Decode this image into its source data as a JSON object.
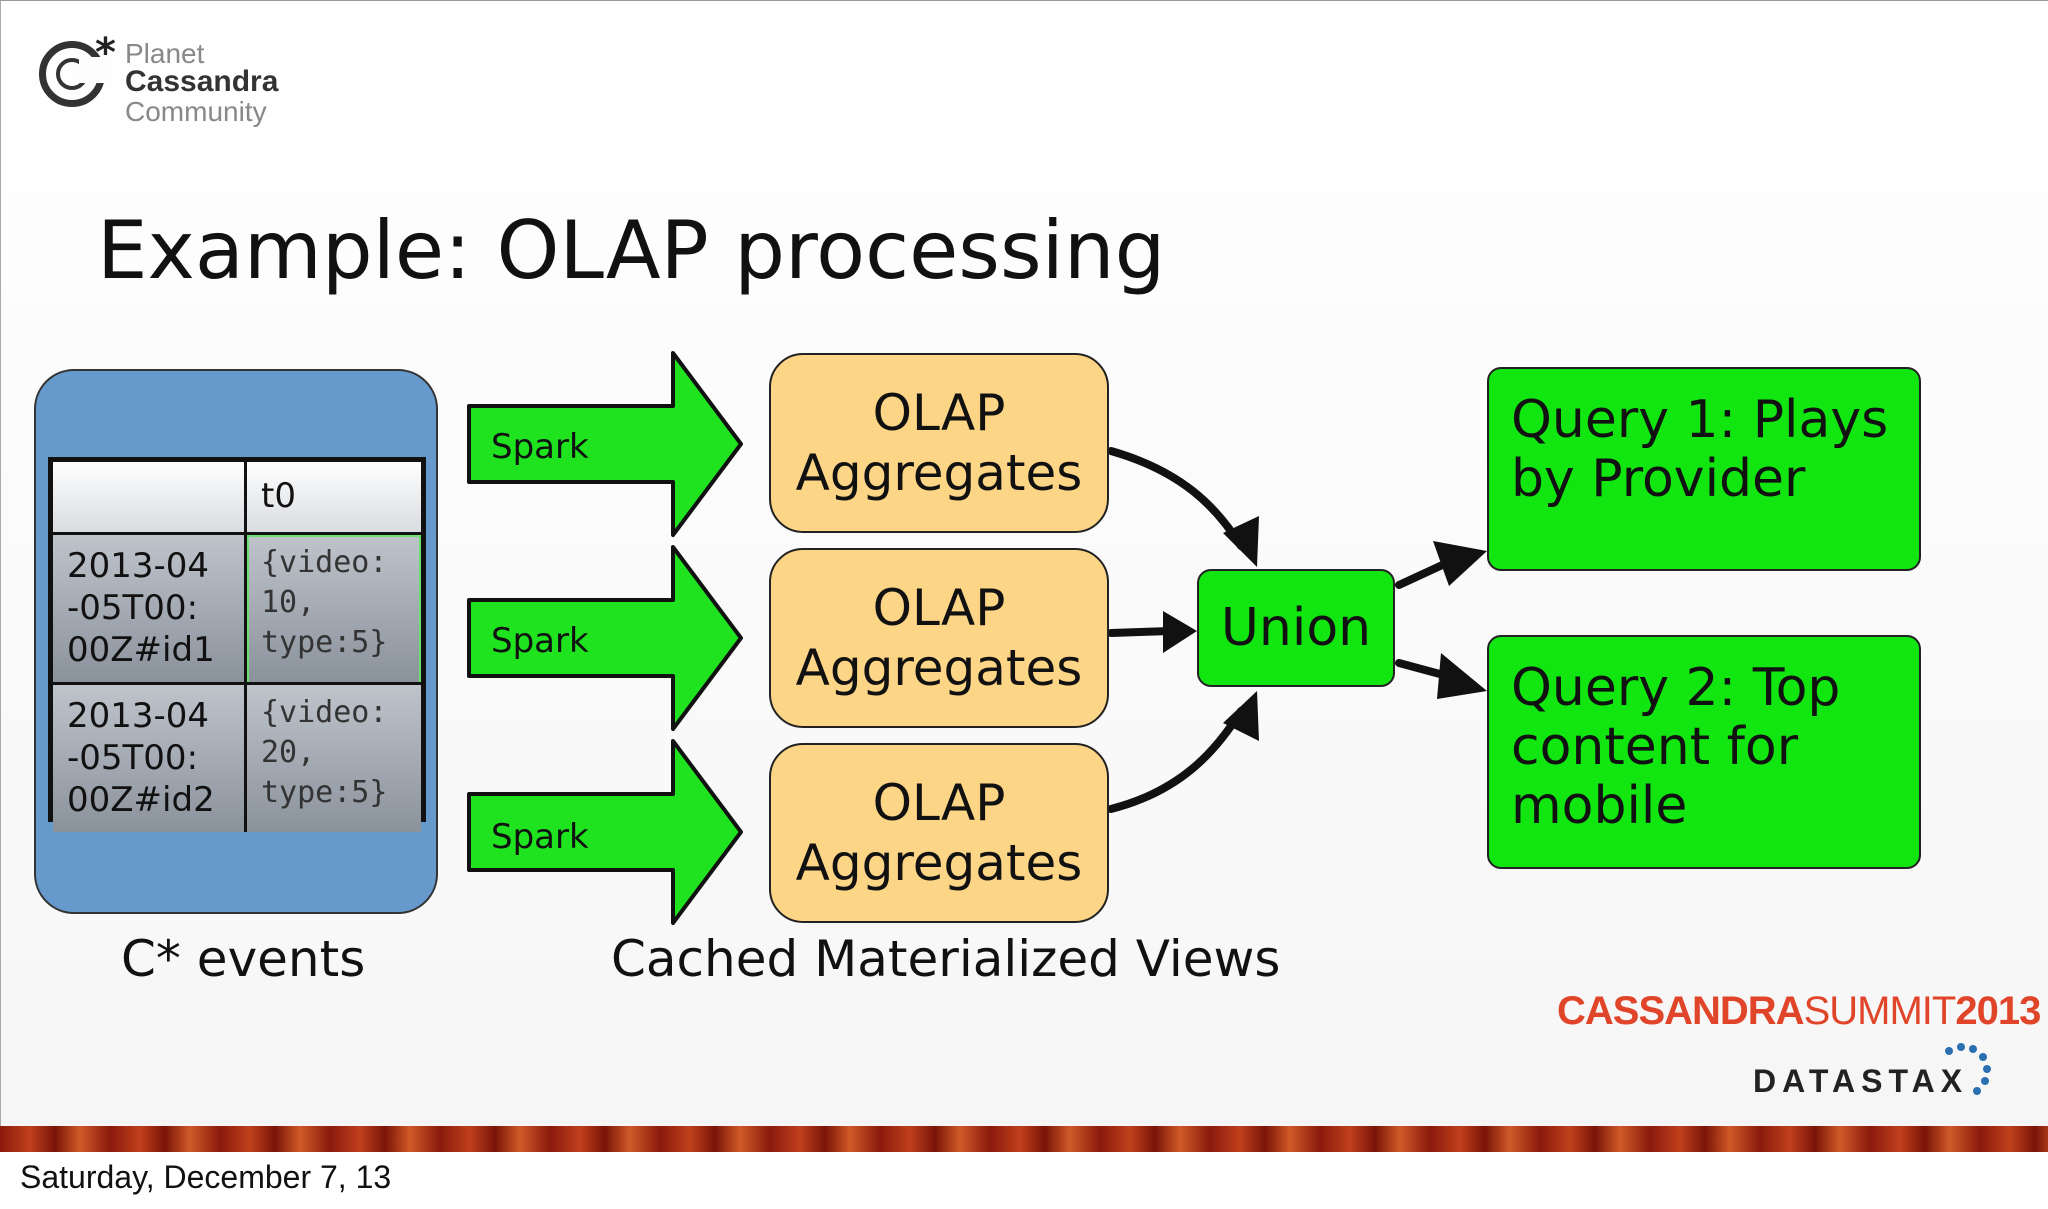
{
  "logo": {
    "line1": "Planet",
    "line2": "Cassandra",
    "line3": "Community",
    "star": "*"
  },
  "title": "Example: OLAP processing",
  "events_table": {
    "header": [
      "",
      "t0"
    ],
    "rows": [
      {
        "key": "2013-04\n-05T00:\n00Z#id1",
        "value": "{video:\n10,\ntype:5}"
      },
      {
        "key": "2013-04\n-05T00:\n00Z#id2",
        "value": "{video:\n20,\ntype:5}"
      }
    ]
  },
  "spark_labels": [
    "Spark",
    "Spark",
    "Spark"
  ],
  "olap_boxes": [
    "OLAP\nAggregates",
    "OLAP\nAggregates",
    "OLAP\nAggregates"
  ],
  "union": "Union",
  "queries": [
    "Query 1: Plays\nby Provider",
    "Query 2: Top\ncontent for\nmobile"
  ],
  "captions": {
    "events": "C* events",
    "views": "Cached Materialized Views"
  },
  "branding": {
    "summit_part1": "CASSANDRA",
    "summit_part2": "SUMMIT",
    "summit_part3": "2013",
    "datastax": "DATASTAX"
  },
  "date": "Saturday, December 7, 13",
  "colors": {
    "events_panel": "#6699cc",
    "olap_box": "#fdd586",
    "green": "#11e611",
    "summit": "#e0452a"
  }
}
